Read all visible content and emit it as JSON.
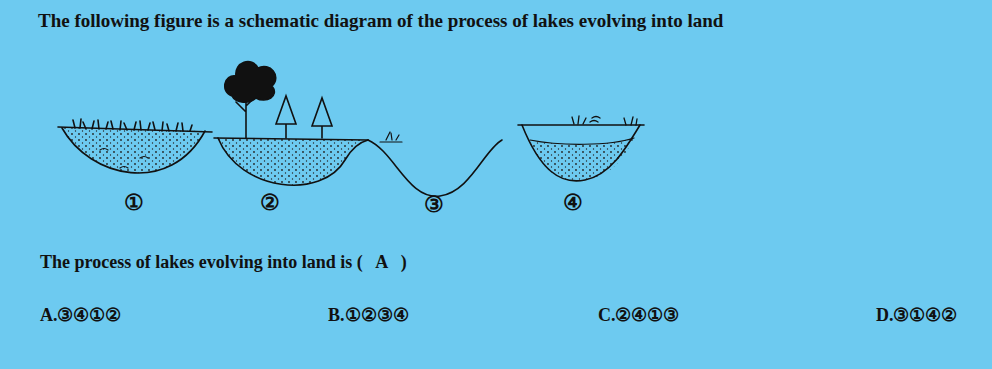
{
  "diagram": {
    "title": "The following figure is a schematic diagram of the process of lakes evolving into land",
    "labels": [
      "①",
      "②",
      "③",
      "④",
      "The process of lakes evolving into land is (   A   )",
      "A.③④①②",
      "B.①②③④",
      "C.②④①③",
      "D.③①④②"
    ]
  }
}
